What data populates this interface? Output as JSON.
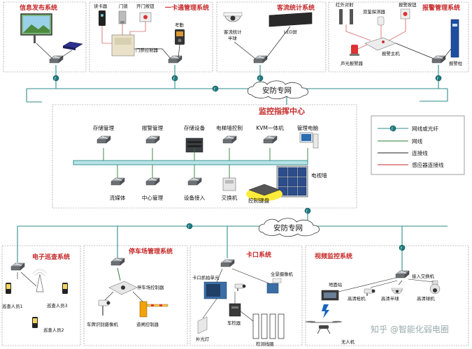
{
  "center_title": "监控指挥中心",
  "cloud_label": "安防专网",
  "wall_label": "电视墙",
  "legend": {
    "fiber": "网线或光纤",
    "net": "网线",
    "conn": "连接线",
    "sensor": "感应器连接线"
  },
  "systems": {
    "info": {
      "title": "信息发布系统"
    },
    "card": {
      "title": "一卡通管理系统",
      "reader": "读卡器",
      "lock": "门锁",
      "button": "开门按钮",
      "controller": "门禁控制器",
      "attendance": "考勤"
    },
    "flow": {
      "title": "客流统计系统",
      "camera": "客流统计半球",
      "led": "LED屏"
    },
    "alarm": {
      "title": "报警管理系统",
      "ir": "红外对射",
      "dual": "双鉴探测器",
      "button": "报警按钮",
      "host": "报警主机",
      "siren": "声光报警器",
      "column": "报警柱"
    },
    "patrol": {
      "title": "电子巡查系统",
      "p1": "巡查人员1",
      "p2": "巡查人员2",
      "p3": "巡查人员3"
    },
    "parking": {
      "title": "停车场管理系统",
      "controller": "停车场控制器",
      "plate": "车牌识别摄像机",
      "gate": "道闸控制器"
    },
    "checkpoint": {
      "title": "卡口系统",
      "capture": "卡口抓拍单元",
      "panorama": "全景摄像机",
      "detector": "车检器",
      "light": "补光灯",
      "coil": "检测线圈"
    },
    "video": {
      "title": "视频监控系统",
      "access_switch": "接入交换机",
      "ground": "地面站",
      "gun": "高清枪机",
      "dome": "高清半球",
      "ball": "高清球机",
      "drone": "无人机"
    }
  },
  "center": {
    "top": [
      "存储管理",
      "报警管理",
      "存储设备",
      "电梯墙控制",
      "KVM一体机",
      "管理电脑"
    ],
    "bottom": [
      "流媒体",
      "中心管理",
      "设备接入",
      "交换机"
    ],
    "keyboard": "控制键盘"
  },
  "watermark": "知乎 @智能化弱电圈",
  "colors": {
    "title_red": "#c62828",
    "fiber": "#2e8b8b",
    "net": "#2e7d32",
    "conn": "#222222",
    "sensor": "#c62828",
    "bus_fill": "#b9e3e6"
  }
}
